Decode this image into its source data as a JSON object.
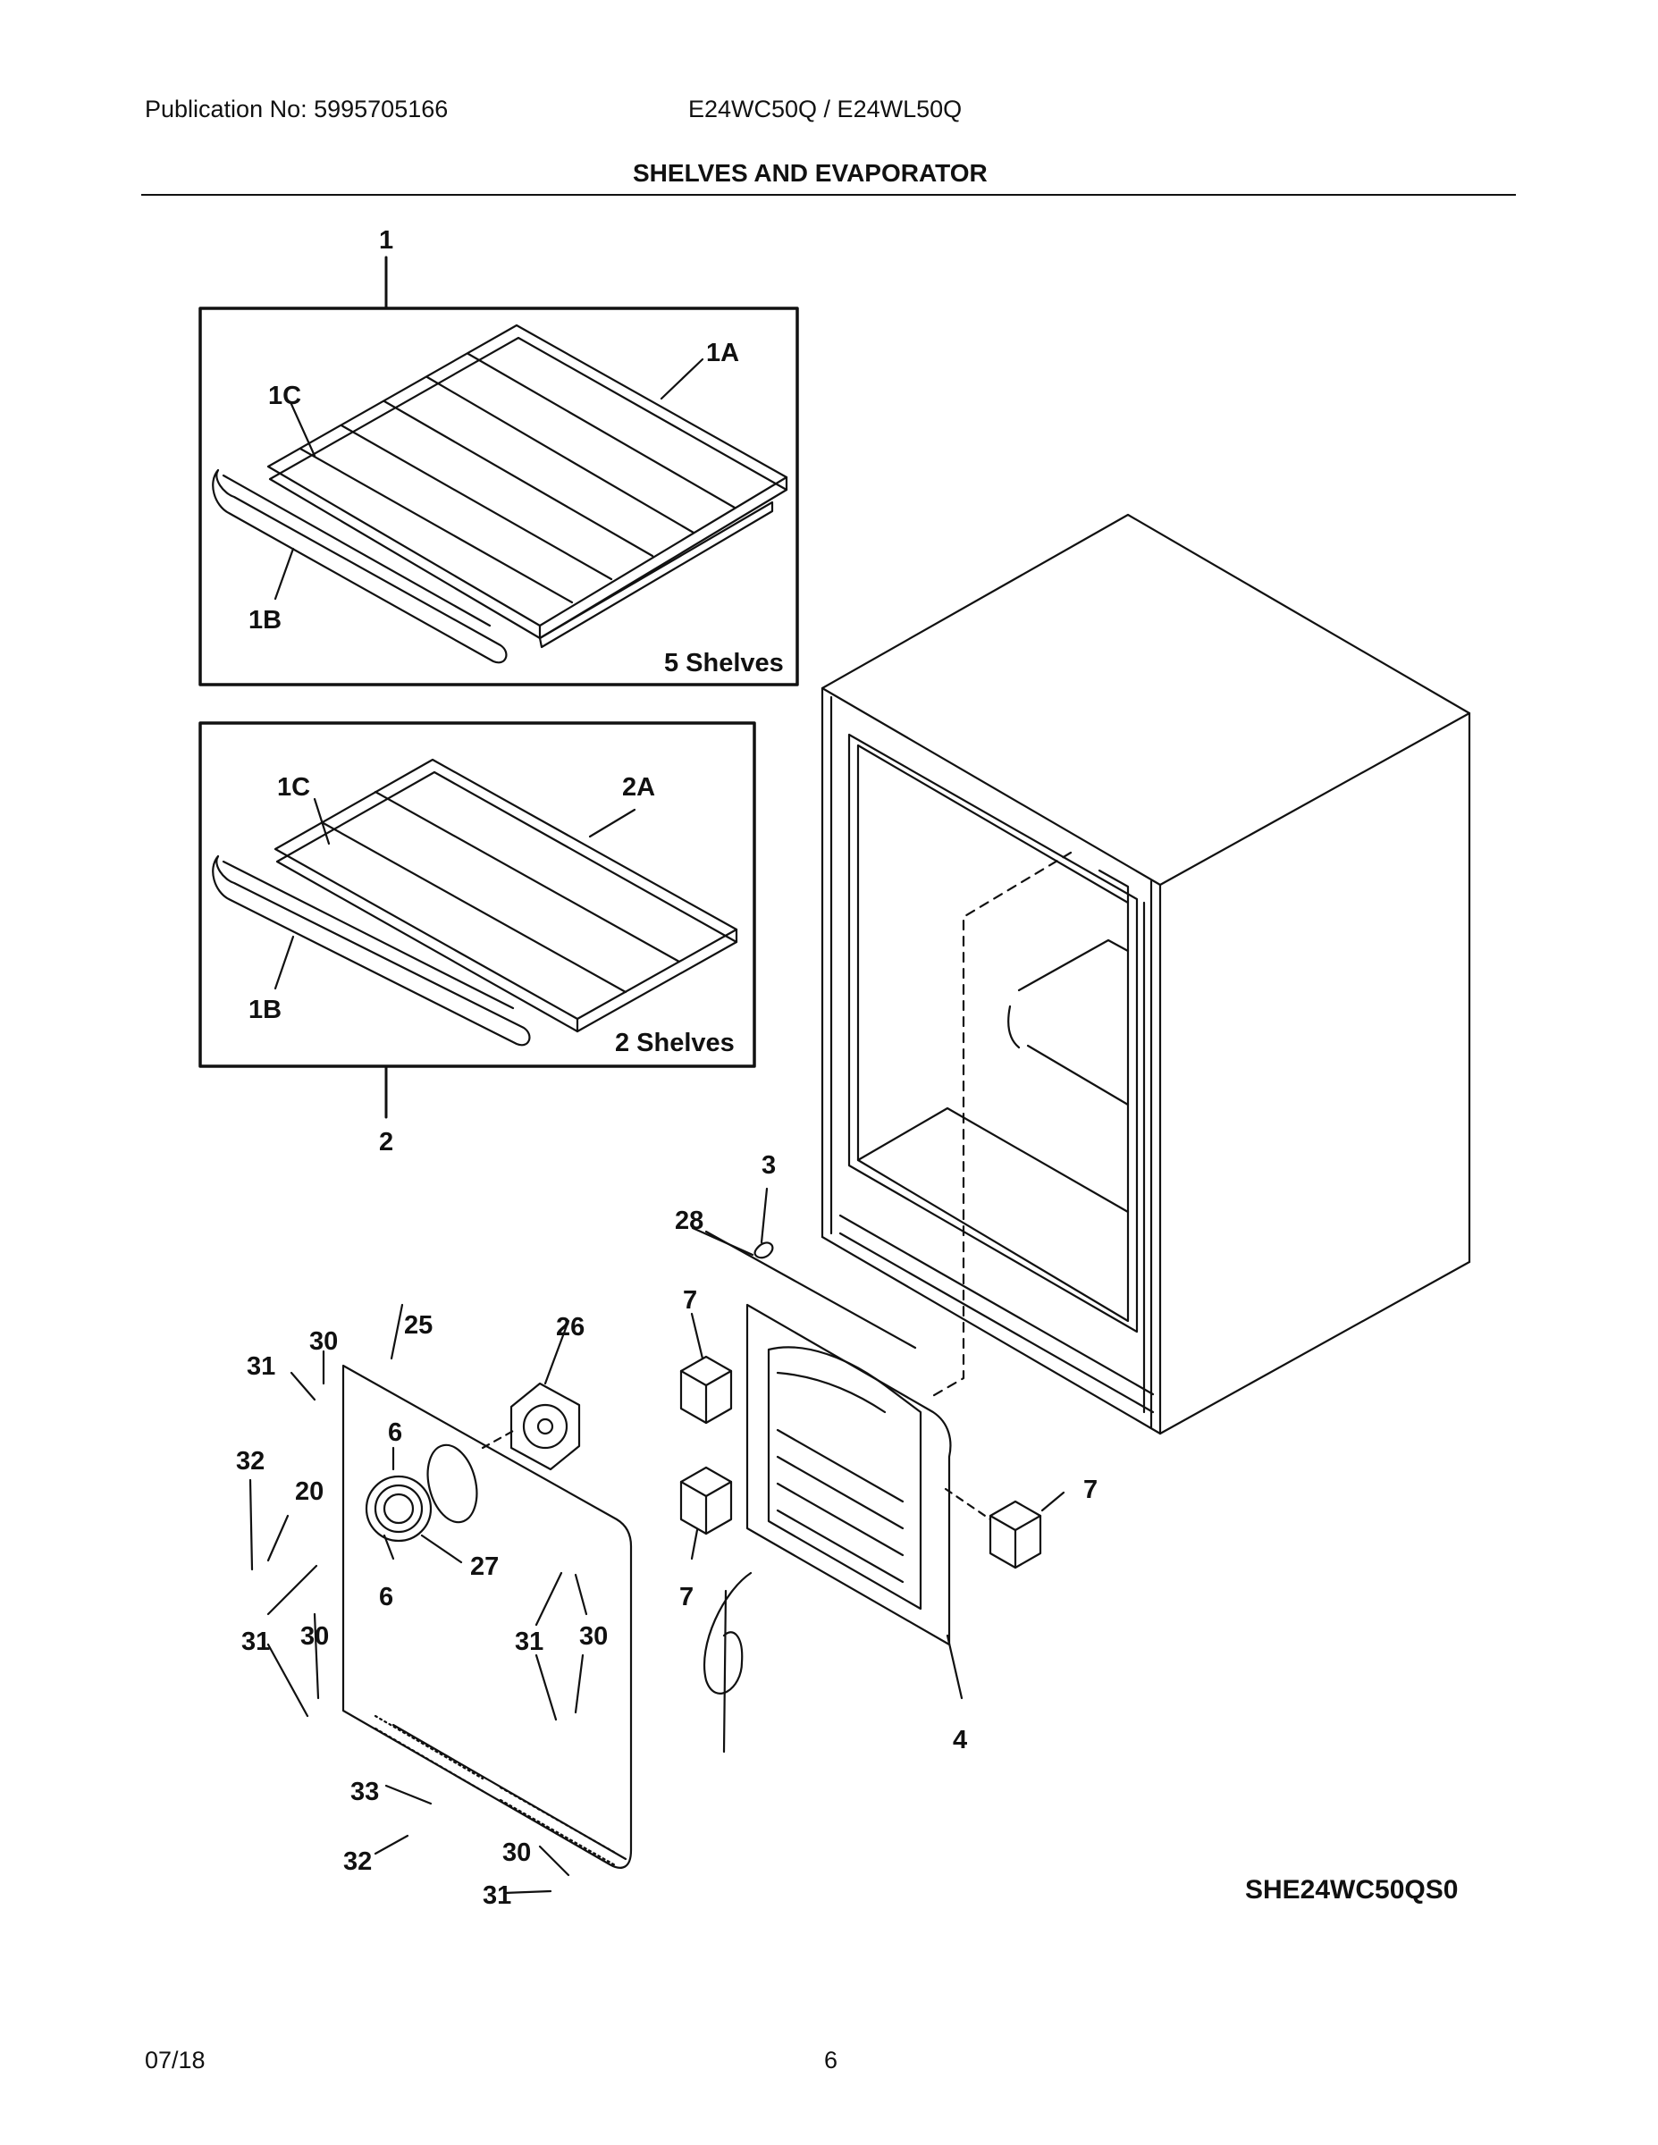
{
  "header": {
    "publication": "Publication No: 5995705166",
    "models": "E24WC50Q / E24WL50Q",
    "section_title": "SHELVES AND EVAPORATOR"
  },
  "diagram": {
    "box1_caption": "5 Shelves",
    "box2_caption": "2 Shelves",
    "drawing_id": "SHE24WC50QS0",
    "callouts": {
      "c1": "1",
      "c1A": "1A",
      "c1B_a": "1B",
      "c1C_a": "1C",
      "c2": "2",
      "c2A": "2A",
      "c1B_b": "1B",
      "c1C_b": "1C",
      "c3": "3",
      "c28": "28",
      "c4": "4",
      "c7_a": "7",
      "c7_b": "7",
      "c7_c": "7",
      "c25": "25",
      "c26": "26",
      "c27": "27",
      "c20": "20",
      "c6_a": "6",
      "c6_b": "6",
      "c30_a": "30",
      "c31_a": "31",
      "c32_a": "32",
      "c31_b": "31",
      "c30_b": "30",
      "c31_c": "31",
      "c30_c": "30",
      "c33": "33",
      "c32_b": "32",
      "c30_d": "30",
      "c31_d": "31"
    }
  },
  "footer": {
    "date": "07/18",
    "page": "6"
  }
}
